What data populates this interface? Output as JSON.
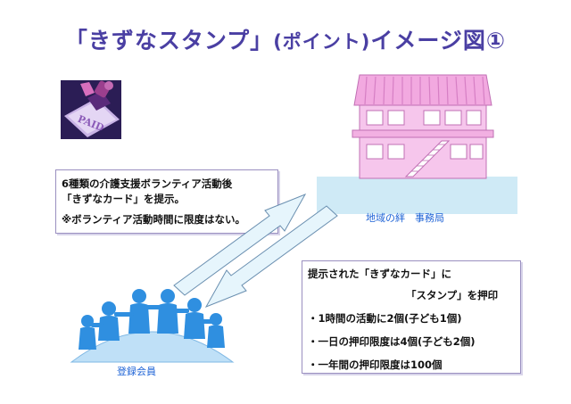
{
  "title": {
    "part1": "「きずなスタンプ」",
    "part2": "(ポイント)",
    "part3": "イメージ図①"
  },
  "stamp_image_text": "PAID",
  "office_label": "地域の絆　事務局",
  "members_label": "登録会員",
  "box_member": {
    "line1": "6種類の介護支援ボランティア活動後",
    "line2": "「きずなカード」を提示。",
    "line3": "※ボランティア活動時間に限度はない。"
  },
  "box_office": {
    "line1": "提示された「きずなカード」に",
    "line2": "「スタンプ」を押印",
    "line3": "・1時間の活動に2個(子ども1個)",
    "line4": "・一日の押印限度は4個(子ども2個)",
    "line5": "・一年間の押印限度は100個"
  },
  "colors": {
    "title": "#4a3fa3",
    "building": "#f4bde8",
    "building_stroke": "#c070b4",
    "ground": "#cfeaf6",
    "people": "#2f8fe0",
    "arrow_fill": "#e6f5fc",
    "arrow_stroke": "#6a8fb0",
    "label": "#1e63d6"
  },
  "icons": [
    "stamp-clipart-icon",
    "building-illustration",
    "people-circle-illustration"
  ]
}
